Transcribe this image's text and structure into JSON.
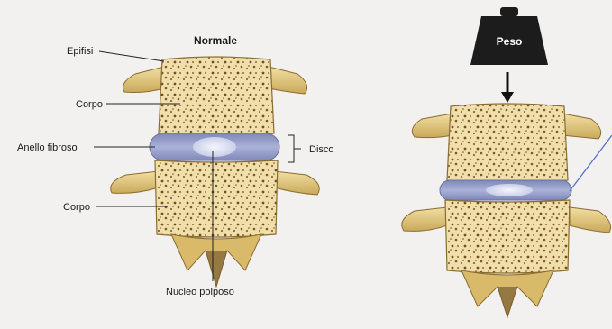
{
  "diagram": {
    "title_normal": "Normale",
    "labels": {
      "epifisi": "Epifisi",
      "corpo_top": "Corpo",
      "anello_fibroso": "Anello fibroso",
      "disco": "Disco",
      "corpo_bottom": "Corpo",
      "nucleo_polposo": "Nucleo polposo"
    },
    "weight_label": "Peso"
  },
  "colors": {
    "background": "#f2f1ef",
    "bone": "#f1dfab",
    "bone_spots": "#7a5a28",
    "process": "#e3c98a",
    "disc": "#9aa3cc",
    "nucleus": "#e4e8f6",
    "weight": "#1c1c1c",
    "annotation_line": "#4a6cc8"
  }
}
